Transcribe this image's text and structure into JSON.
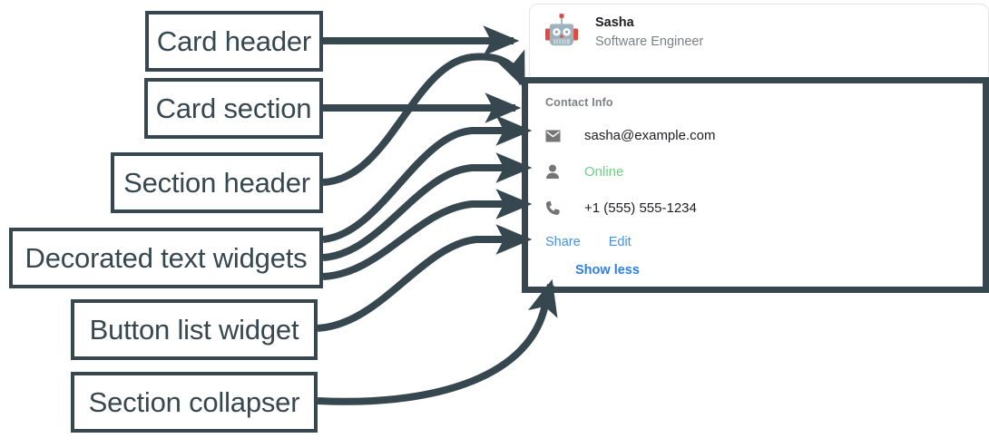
{
  "theme": {
    "annotation_color": "#37474f",
    "card_border": "#e4e5e7",
    "title_color": "#202124",
    "muted_color": "#7d8084",
    "icon_color": "#757575",
    "link_color": "#4591e8",
    "collapser_color": "#2d7fe0",
    "status_online_color": "#68d47f",
    "background": "#ffffff"
  },
  "annotations": [
    {
      "id": "card-header",
      "label": "Card header"
    },
    {
      "id": "card-section",
      "label": "Card section"
    },
    {
      "id": "section-header",
      "label": "Section header"
    },
    {
      "id": "decorated-text",
      "label": "Decorated text widgets"
    },
    {
      "id": "button-list",
      "label": "Button list widget"
    },
    {
      "id": "section-collapser",
      "label": "Section collapser"
    }
  ],
  "card": {
    "header": {
      "avatar_icon": "robot-avatar-icon",
      "title": "Sasha",
      "subtitle": "Software Engineer"
    },
    "section": {
      "header": "Contact Info",
      "rows": [
        {
          "icon": "email-icon",
          "text": "sasha@example.com",
          "style": "default"
        },
        {
          "icon": "person-icon",
          "text": "Online",
          "style": "online"
        },
        {
          "icon": "phone-icon",
          "text": "+1 (555) 555-1234",
          "style": "default"
        }
      ],
      "buttons": [
        {
          "label": "Share"
        },
        {
          "label": "Edit"
        }
      ],
      "collapser": {
        "label": "Show less"
      }
    }
  }
}
